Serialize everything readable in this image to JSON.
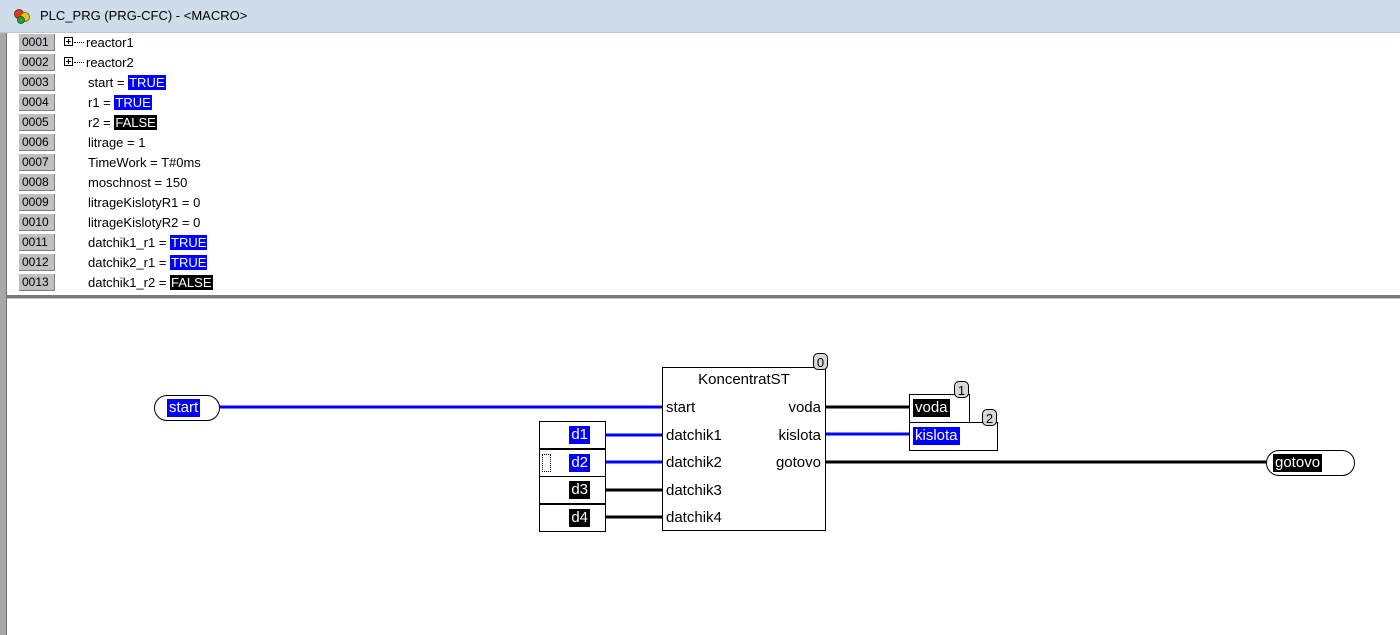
{
  "window": {
    "title": "PLC_PRG (PRG-CFC) - <MACRO>"
  },
  "declarations": [
    {
      "num": "0001",
      "text": "reactor1",
      "expandable": true
    },
    {
      "num": "0002",
      "text": "reactor2",
      "expandable": true
    },
    {
      "num": "0003",
      "text": "start = ",
      "value": "TRUE",
      "state": "true"
    },
    {
      "num": "0004",
      "text": "r1 = ",
      "value": "TRUE",
      "state": "true"
    },
    {
      "num": "0005",
      "text": "r2 = ",
      "value": "FALSE",
      "state": "false"
    },
    {
      "num": "0006",
      "text": "litrage = 1"
    },
    {
      "num": "0007",
      "text": "TimeWork = T#0ms"
    },
    {
      "num": "0008",
      "text": "moschnost = 150"
    },
    {
      "num": "0009",
      "text": "litrageKislotyR1 = 0"
    },
    {
      "num": "0010",
      "text": "litrageKislotyR2 = 0"
    },
    {
      "num": "0011",
      "text": "datchik1_r1 = ",
      "value": "TRUE",
      "state": "true"
    },
    {
      "num": "0012",
      "text": "datchik2_r1 = ",
      "value": "TRUE",
      "state": "true"
    },
    {
      "num": "0013",
      "text": "datchik1_r2 = ",
      "value": "FALSE",
      "state": "false"
    }
  ],
  "cfc": {
    "block": {
      "name": "KoncentratST",
      "order": "0",
      "inputs": [
        "start",
        "datchik1",
        "datchik2",
        "datchik3",
        "datchik4"
      ],
      "outputs": [
        "voda",
        "kislota",
        "gotovo"
      ]
    },
    "start_input": "start",
    "inputs": [
      {
        "name": "d1",
        "state": "true"
      },
      {
        "name": "d2",
        "state": "true"
      },
      {
        "name": "d3",
        "state": "false"
      },
      {
        "name": "d4",
        "state": "false"
      }
    ],
    "outputs": [
      {
        "name": "voda",
        "order": "1",
        "state": "false"
      },
      {
        "name": "kislota",
        "order": "2",
        "state": "true"
      }
    ],
    "gotovo_output": "gotovo"
  },
  "colors": {
    "true_color": "#0000ff",
    "false_color": "#000000",
    "titlebar": "#cfdcea"
  },
  "icons": {
    "title_icon": "cfc-program-icon",
    "expand_icon": "plus-box-icon"
  }
}
